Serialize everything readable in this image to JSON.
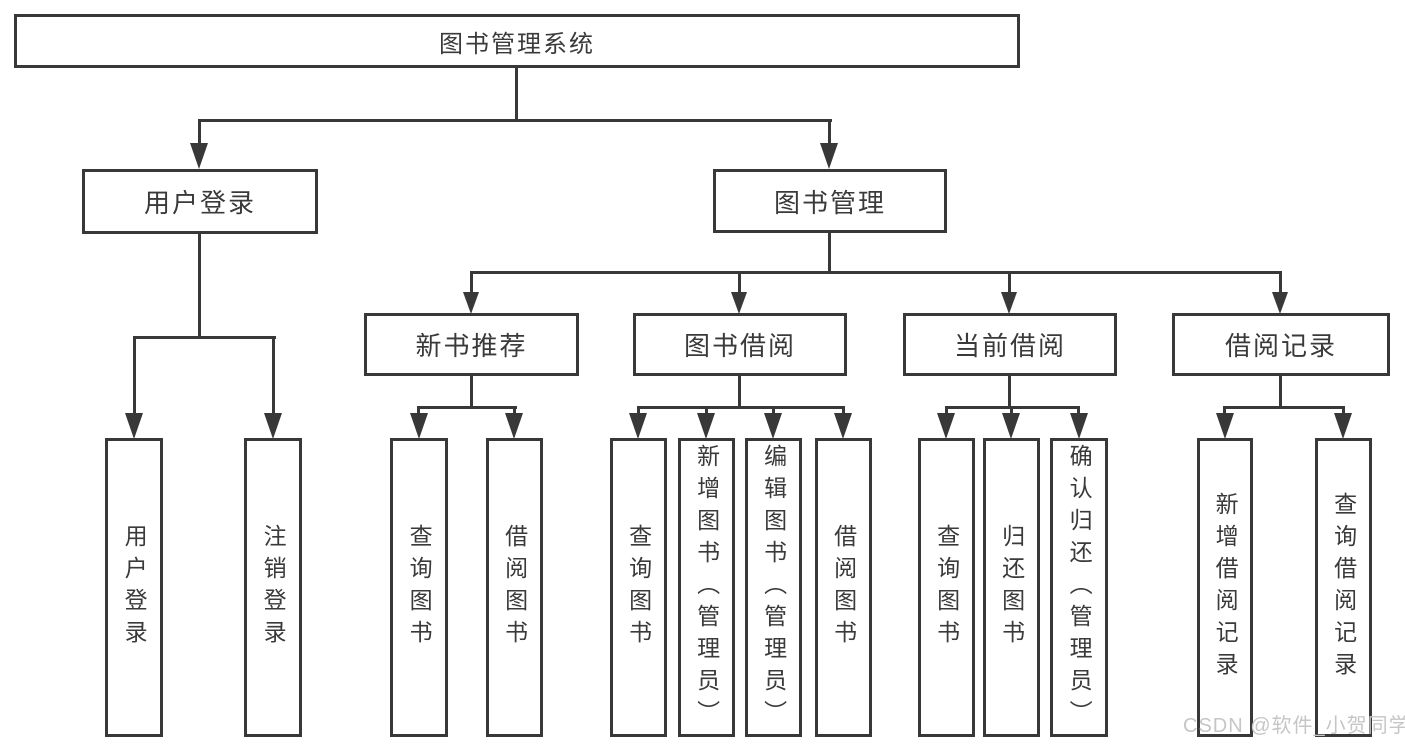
{
  "diagram": {
    "root": {
      "label": "图书管理系统"
    },
    "branches": [
      {
        "label": "用户登录",
        "children": [
          {
            "label": "用户登录"
          },
          {
            "label": "注销登录"
          }
        ]
      },
      {
        "label": "图书管理",
        "children": [
          {
            "label": "新书推荐",
            "children": [
              {
                "label": "查询图书"
              },
              {
                "label": "借阅图书"
              }
            ]
          },
          {
            "label": "图书借阅",
            "children": [
              {
                "label": "查询图书"
              },
              {
                "label": "新增图书（管理员）"
              },
              {
                "label": "编辑图书（管理员）"
              },
              {
                "label": "借阅图书"
              }
            ]
          },
          {
            "label": "当前借阅",
            "children": [
              {
                "label": "查询图书"
              },
              {
                "label": "归还图书"
              },
              {
                "label": "确认归还（管理员）"
              }
            ]
          },
          {
            "label": "借阅记录",
            "children": [
              {
                "label": "新增借阅记录"
              },
              {
                "label": "查询借阅记录"
              }
            ]
          }
        ]
      }
    ]
  },
  "watermark": "CSDN @软件_小贺同学",
  "colors": {
    "line": "#383838",
    "text": "#3a3a3a",
    "box_bg": "#ffffff",
    "watermark": "#c6c6c8",
    "background": "#ffffff"
  }
}
